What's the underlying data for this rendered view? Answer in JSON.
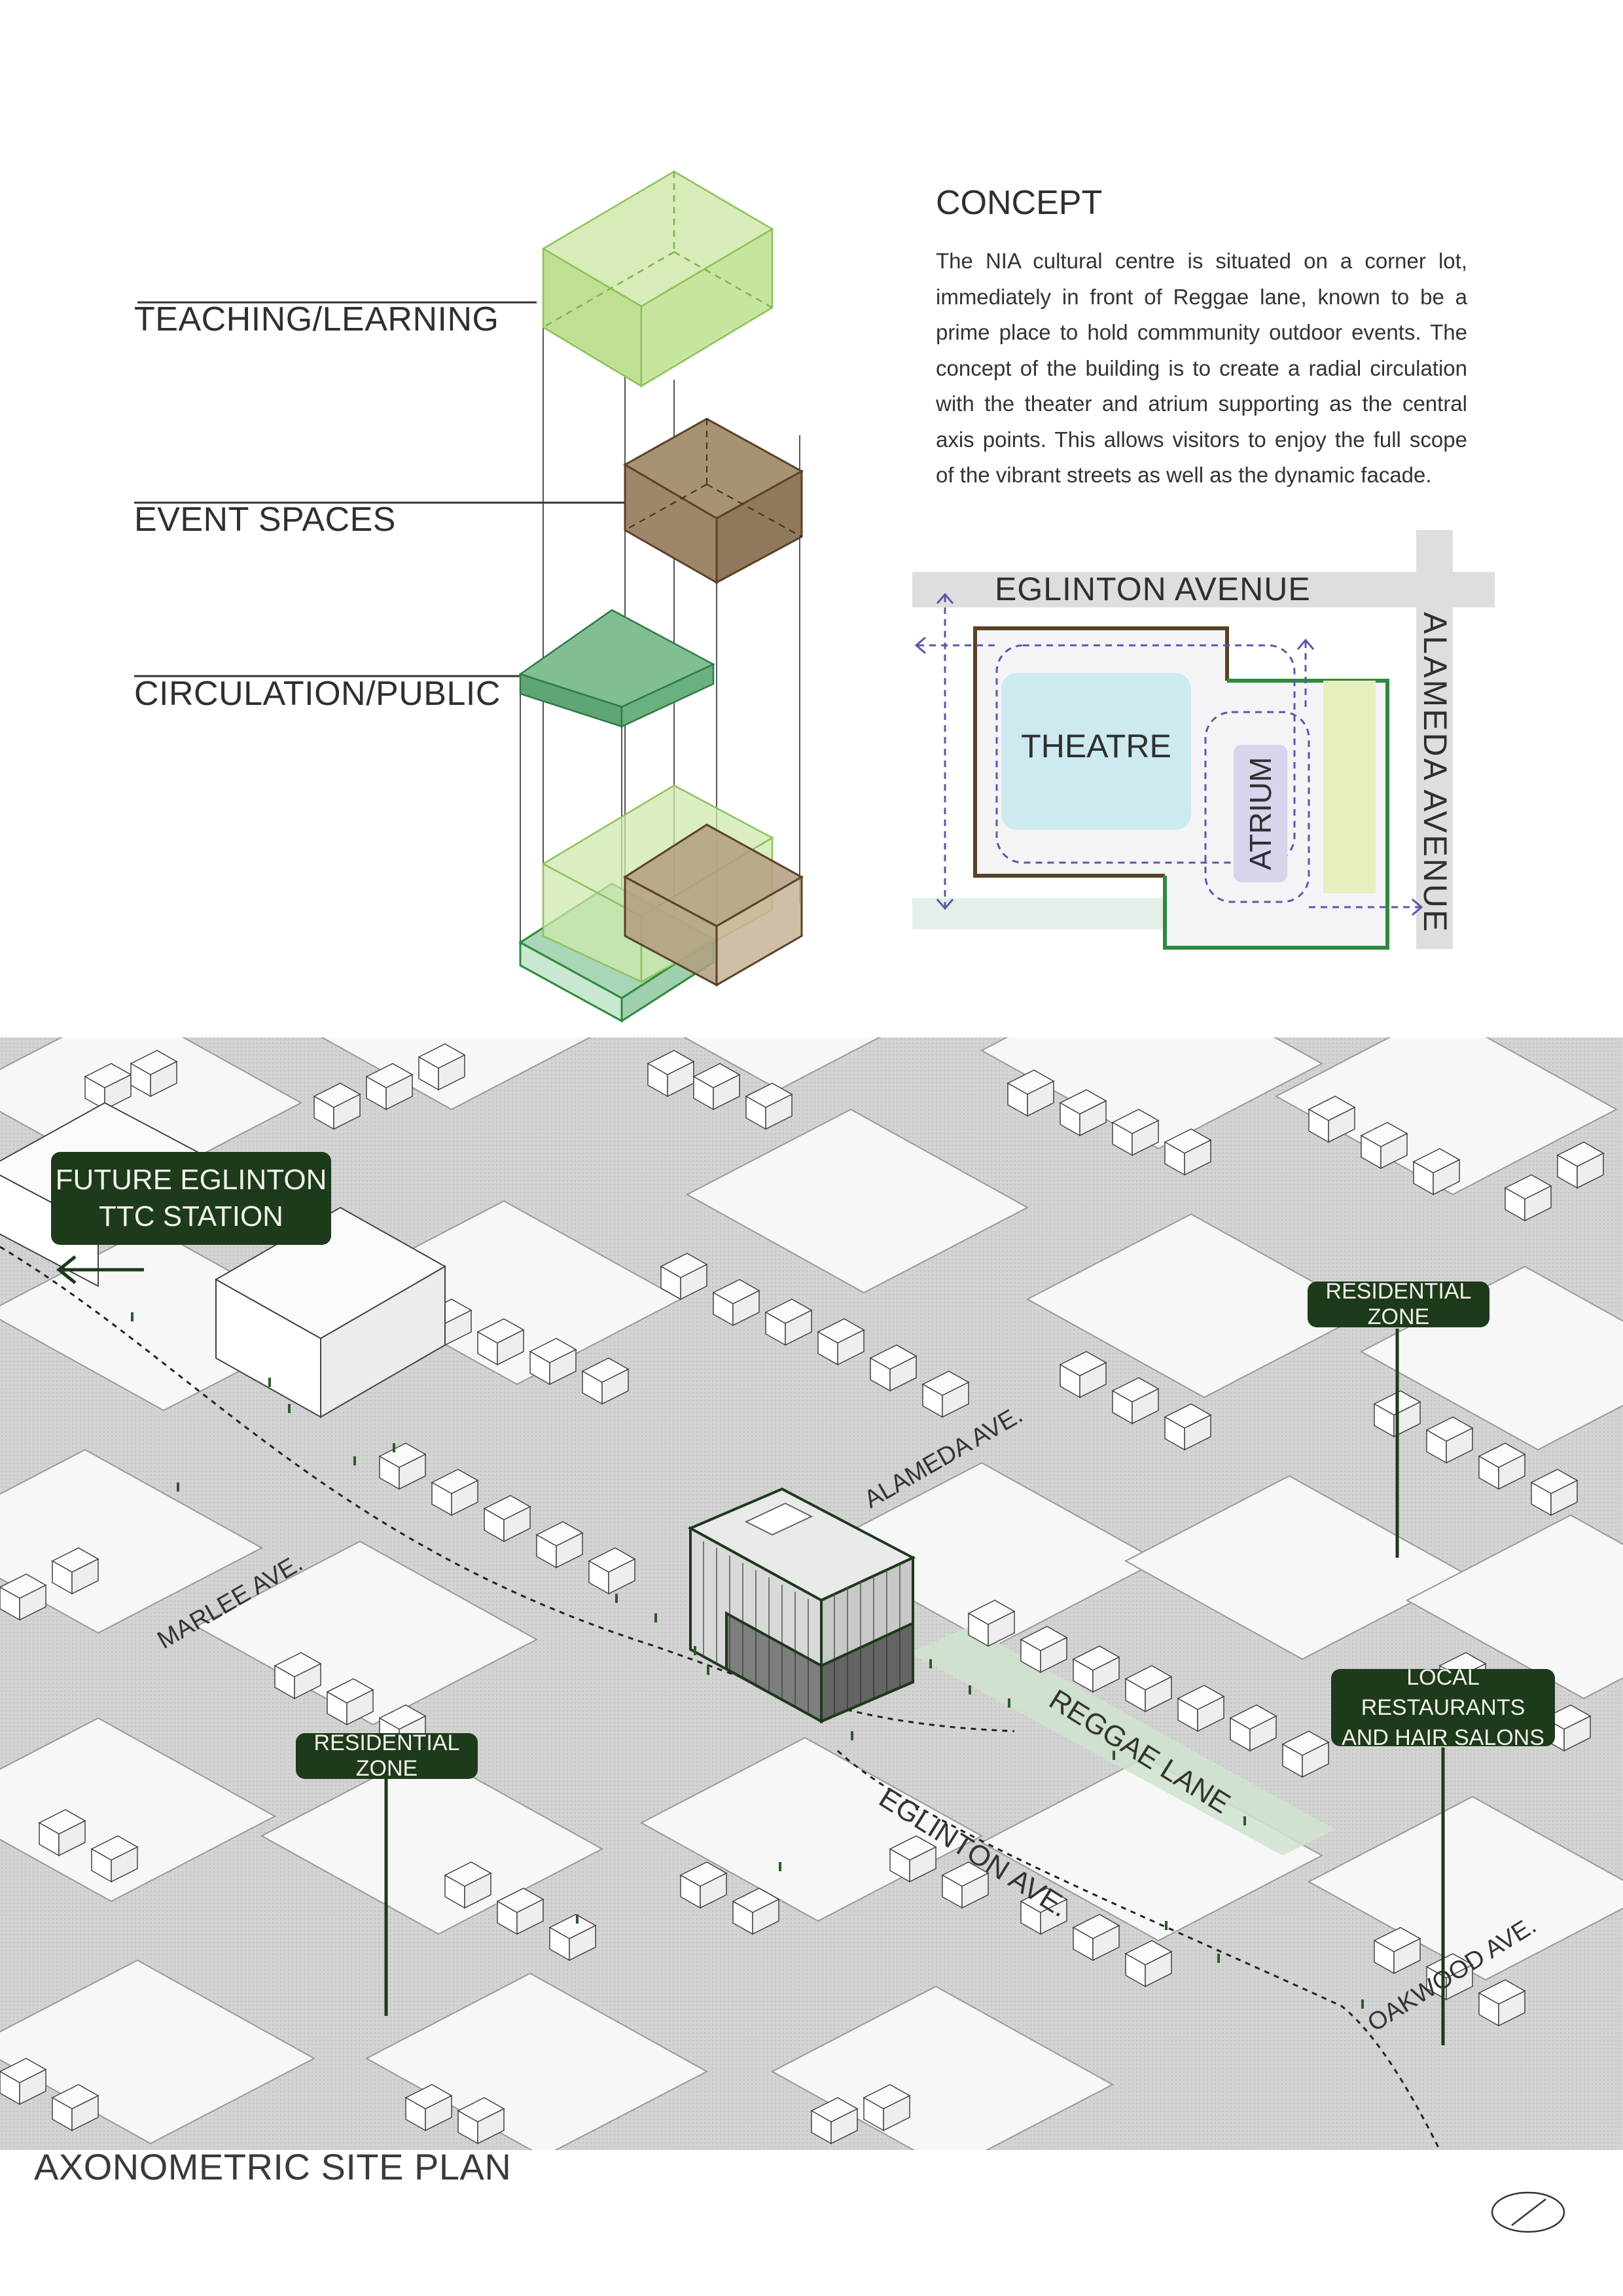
{
  "colors": {
    "teaching": "#b6d98a",
    "event": "#9f8b6e",
    "circulation": "#5faa75",
    "callout_bg": "#1d3a1b",
    "theatre_fill": "#cdeaf0",
    "atrium_fill": "#d7d4ec",
    "green_strip": "#e6efbd",
    "street_gray": "#dedede",
    "path_dash": "#5a58a8"
  },
  "exploded_diagram": {
    "labels": {
      "teaching": "TEACHING/LEARNING",
      "event": "EVENT SPACES",
      "circulation": "CIRCULATION/PUBLIC"
    }
  },
  "concept": {
    "title": "CONCEPT",
    "body": "The NIA cultural centre is situated on a corner lot, immediately in front of Reggae lane, known to be a prime place to hold commmunity outdoor events. The concept of the building is to create a radial circulation with the theater and atrium supporting as the central axis points. This allows visitors to enjoy the full scope of the vibrant streets as well as the dynamic facade."
  },
  "circulation_plan": {
    "street_top": "EGLINTON AVENUE",
    "street_right": "ALAMEDA AVENUE",
    "theatre": "THEATRE",
    "atrium": "ATRIUM"
  },
  "site_plan": {
    "title": "AXONOMETRIC SITE PLAN",
    "callouts": {
      "station": "FUTURE EGLINTON\nTTC STATION",
      "residential_right": "RESIDENTIAL ZONE",
      "residential_left": "RESIDENTIAL ZONE",
      "restaurants": "LOCAL RESTAURANTS\nAND HAIR SALONS"
    },
    "streets": {
      "alameda": "ALAMEDA AVE.",
      "marlee": "MARLEE AVE.",
      "reggae": "REGGAE LANE",
      "eglinton": "EGLINTON AVE.",
      "oakwood": "OAKWOOD AVE."
    }
  }
}
